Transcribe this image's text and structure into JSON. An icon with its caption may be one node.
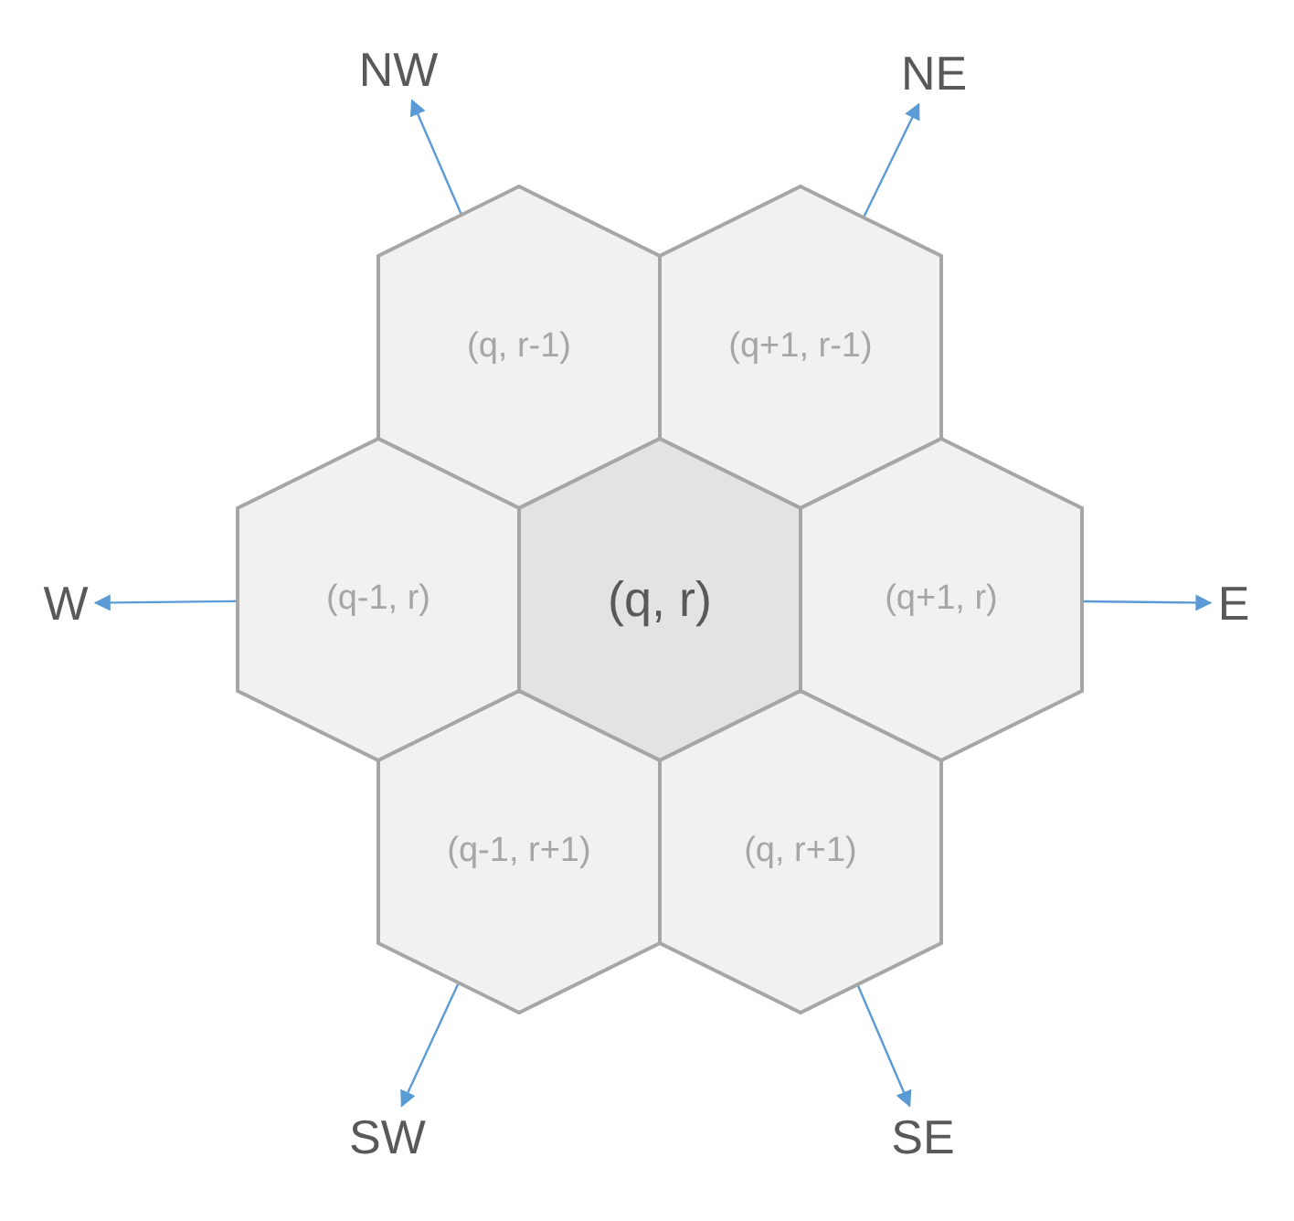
{
  "diagram": {
    "nodes": [
      {
        "text": [
          "NW"
        ]
      },
      {
        "text": [
          "NE"
        ]
      },
      {
        "text": [
          "(q, r-1)"
        ]
      },
      {
        "text": [
          "(q+1, r-1)"
        ]
      },
      {
        "text": [
          "W"
        ]
      },
      {
        "text": [
          "(q-1, r)"
        ]
      },
      {
        "text": [
          "(q, r)"
        ]
      },
      {
        "text": [
          "(q+1, r)"
        ]
      },
      {
        "text": [
          "E"
        ]
      },
      {
        "text": [
          "(q-1, r+1)"
        ]
      },
      {
        "text": [
          "(q, r+1)"
        ]
      },
      {
        "text": [
          "SW"
        ]
      },
      {
        "text": [
          "SE"
        ]
      }
    ],
    "edges": [
      {
        "from": 2,
        "to": 0,
        "arrow": "to"
      },
      {
        "from": 3,
        "to": 1,
        "arrow": "to"
      },
      {
        "from": 5,
        "to": 4,
        "arrow": "to"
      },
      {
        "from": 7,
        "to": 8,
        "arrow": "to"
      },
      {
        "from": 9,
        "to": 11,
        "arrow": "to"
      },
      {
        "from": 10,
        "to": 12,
        "arrow": "to"
      }
    ]
  }
}
